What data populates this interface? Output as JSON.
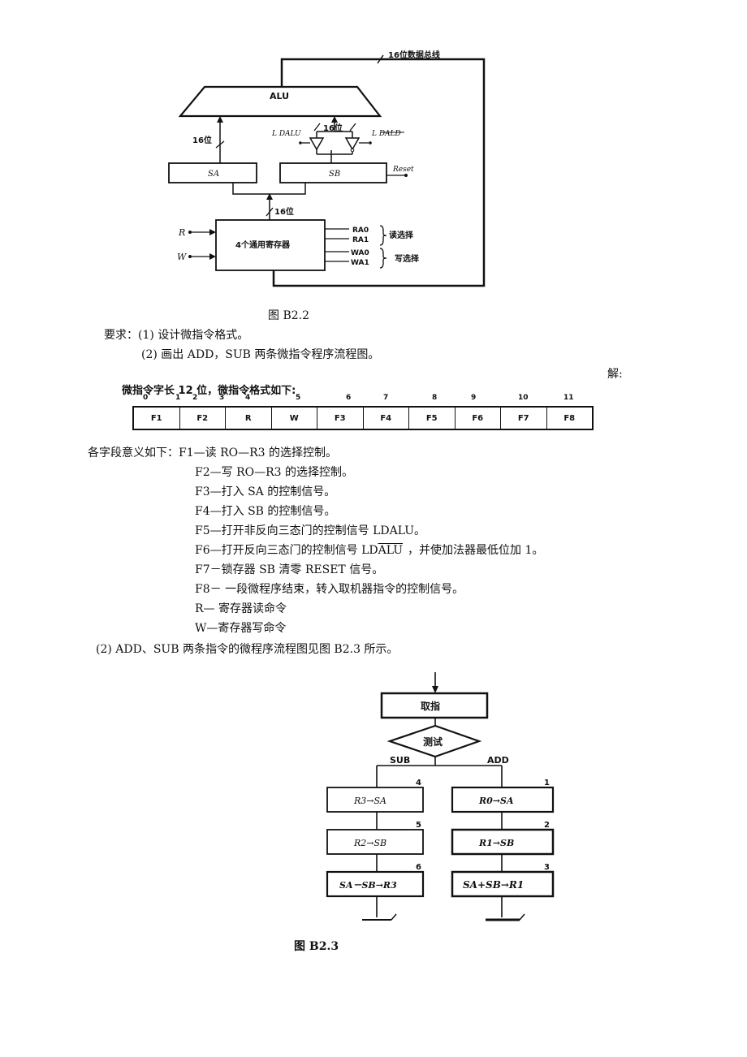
{
  "fig1": {
    "bus_label": "16位数据总线",
    "alu_label": "ALU",
    "width_label_left": "16位",
    "width_label_mid": "16位",
    "ldalu_label": "L DALU",
    "ldald_label": "L DALD",
    "sa_label": "SA",
    "sb_label": "SB",
    "reset_label": "Reset",
    "width_label_reg": "16位",
    "r_label": "R",
    "w_label": "W",
    "reg_label": "4个通用寄存器",
    "ra0": "RA0",
    "ra1": "RA1",
    "read_sel": "读选择",
    "wa0": "WA0",
    "wa1": "WA1",
    "write_sel": "写选择",
    "caption": "图 B2.2"
  },
  "requirements": {
    "line1": "要求：(1) 设计微指令格式。",
    "line2": "(2) 画出 ADD，SUB 两条微指令程序流程图。"
  },
  "answer_label": "解:",
  "format": {
    "title": "微指令字长 12 位，微指令格式如下:",
    "bits": [
      "0",
      "1",
      "2",
      "3",
      "4",
      "5",
      "6",
      "7",
      "8",
      "9",
      "10",
      "11"
    ],
    "fields": [
      "F1",
      "F2",
      "R",
      "W",
      "F3",
      "F4",
      "F5",
      "F6",
      "F7",
      "F8"
    ]
  },
  "fields_desc": {
    "intro": "各字段意义如下：F1—读 RO—R3 的选择控制。",
    "f2": "F2—写 RO—R3 的选择控制。",
    "f3": "F3—打入 SA 的控制信号。",
    "f4": "F4—打入 SB 的控制信号。",
    "f5": "F5—打开非反向三态门的控制信号 LDALU。",
    "f6_a": "F6—打开反向三态门的控制信号 LD",
    "f6_b": "ALU",
    "f6_c": "，并使加法器最低位加 1。",
    "f7": "F7－锁存器 SB 清零 RESET 信号。",
    "f8": "F8－ 一段微程序结束，转入取机器指令的控制信号。",
    "r": "R— 寄存器读命令",
    "w": "W—寄存器写命令",
    "flow_intro": "(2) ADD、SUB 两条指令的微程序流程图见图 B2.3 所示。"
  },
  "fig2": {
    "fetch": "取指",
    "test": "测试",
    "sub": "SUB",
    "add": "ADD",
    "s_steps": [
      {
        "num": "4",
        "text": "R3→SA"
      },
      {
        "num": "5",
        "text": "R2→SB"
      },
      {
        "num": "6",
        "text": "SA－SB→R3"
      }
    ],
    "a_steps": [
      {
        "num": "1",
        "text": "R0→SA"
      },
      {
        "num": "2",
        "text": "R1→SB"
      },
      {
        "num": "3",
        "text": "SA+SB→R1"
      }
    ],
    "caption": "图 B2.3"
  }
}
